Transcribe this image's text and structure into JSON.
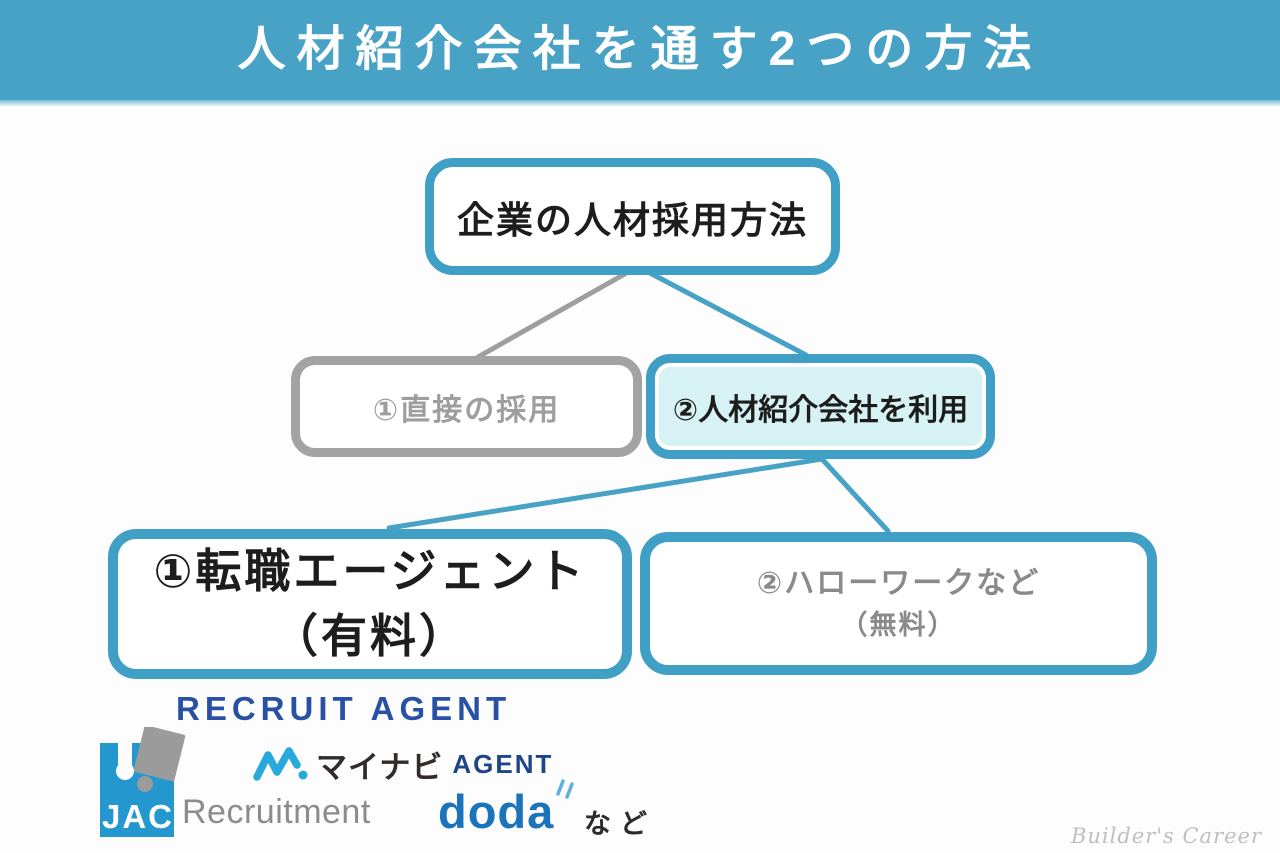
{
  "header": {
    "title": "人材紹介会社を通す2つの方法"
  },
  "flowchart": {
    "root": {
      "label": "企業の人材採用方法"
    },
    "methods": [
      {
        "label": "①直接の採用",
        "state": "inactive"
      },
      {
        "label": "②人材紹介会社を利用",
        "state": "highlighted"
      }
    ],
    "agency_types": [
      {
        "label_line1": "①転職エージェント",
        "label_line2": "（有料）",
        "state": "emphasized"
      },
      {
        "label_line1": "②ハローワークなど",
        "label_line2": "（無料）",
        "state": "muted"
      }
    ]
  },
  "logos": {
    "recruit_agent_label": "RECRUIT AGENT",
    "mynavi_brand": "マイナビ",
    "mynavi_suffix": "AGENT",
    "jac_mark": "JAC",
    "jac_text": "Recruitment",
    "doda_label": "doda",
    "etc_label": "など"
  },
  "watermark": {
    "text": "Builder's Career"
  },
  "colors": {
    "banner_teal": "#47A2C6",
    "box_border_teal": "#3F9FC5",
    "highlight_fill": "#D6F2F4",
    "inactive_gray": "#A3A3A3",
    "muted_text_gray": "#8A8A8A",
    "connector_gray": "#9E9E9E",
    "recruit_agent_blue": "#2851A6",
    "mynavi_light_blue": "#29A8DC",
    "mynavi_agent_navy": "#1C4687",
    "jac_blue": "#2397CE",
    "doda_blue": "#1B74BB"
  }
}
